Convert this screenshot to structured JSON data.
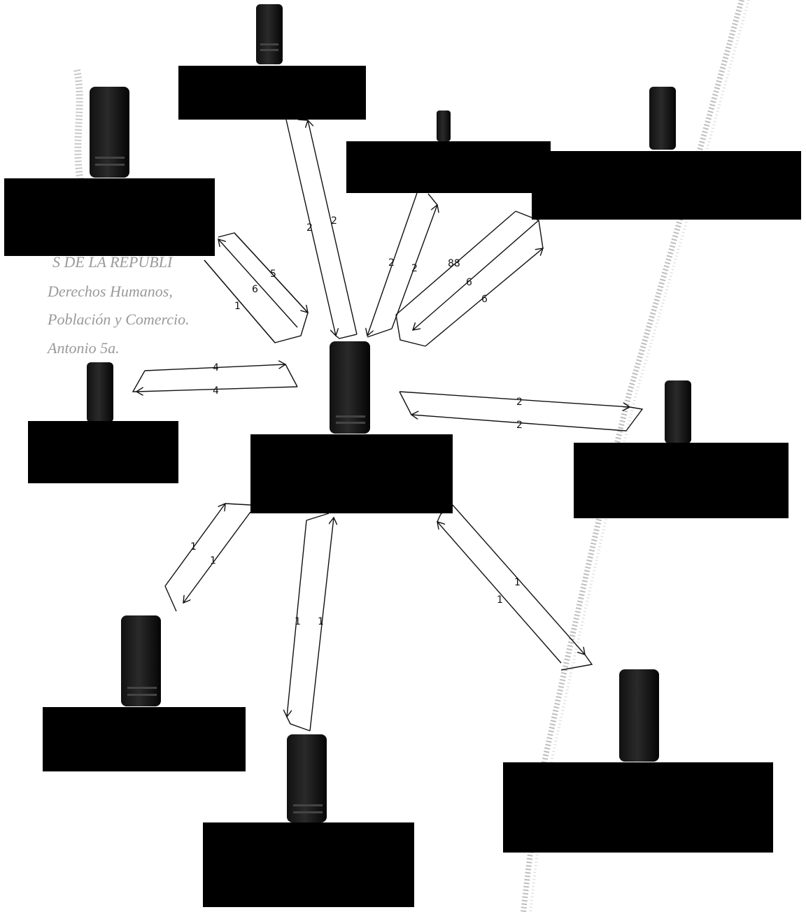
{
  "diagram": {
    "background_color": "#ffffff",
    "box_color": "#000000",
    "phone_icon": "mobile-phone-icon",
    "nodes": [
      {
        "id": "center",
        "label": ""
      },
      {
        "id": "top-left",
        "label": ""
      },
      {
        "id": "top",
        "label": ""
      },
      {
        "id": "top-middle",
        "label": ""
      },
      {
        "id": "top-right",
        "label": ""
      },
      {
        "id": "left",
        "label": ""
      },
      {
        "id": "right",
        "label": ""
      },
      {
        "id": "bottom-left",
        "label": ""
      },
      {
        "id": "bottom",
        "label": ""
      },
      {
        "id": "bottom-right",
        "label": ""
      }
    ],
    "edges": [
      {
        "from": "top-left",
        "to": "center",
        "labels": [
          "5",
          "6",
          "1"
        ]
      },
      {
        "from": "top",
        "to": "center",
        "labels": [
          "2",
          "2"
        ]
      },
      {
        "from": "top-middle",
        "to": "center",
        "labels": [
          "2",
          "2"
        ]
      },
      {
        "from": "top-right",
        "to": "center",
        "labels": [
          "88",
          "6",
          "6"
        ]
      },
      {
        "from": "left",
        "to": "center",
        "labels": [
          "4",
          "4"
        ]
      },
      {
        "from": "center",
        "to": "right",
        "labels": [
          "2",
          "2"
        ]
      },
      {
        "from": "center",
        "to": "bottom-left",
        "labels": [
          "1",
          "1"
        ]
      },
      {
        "from": "center",
        "to": "bottom",
        "labels": [
          "1",
          "1"
        ]
      },
      {
        "from": "center",
        "to": "bottom-right",
        "labels": [
          "1",
          "1"
        ]
      }
    ],
    "background_text": {
      "lines": [
        "S DE LA REPÚBLI",
        "Derechos Humanos,",
        "Población y Comercio.",
        "Antonio 5a."
      ]
    }
  }
}
